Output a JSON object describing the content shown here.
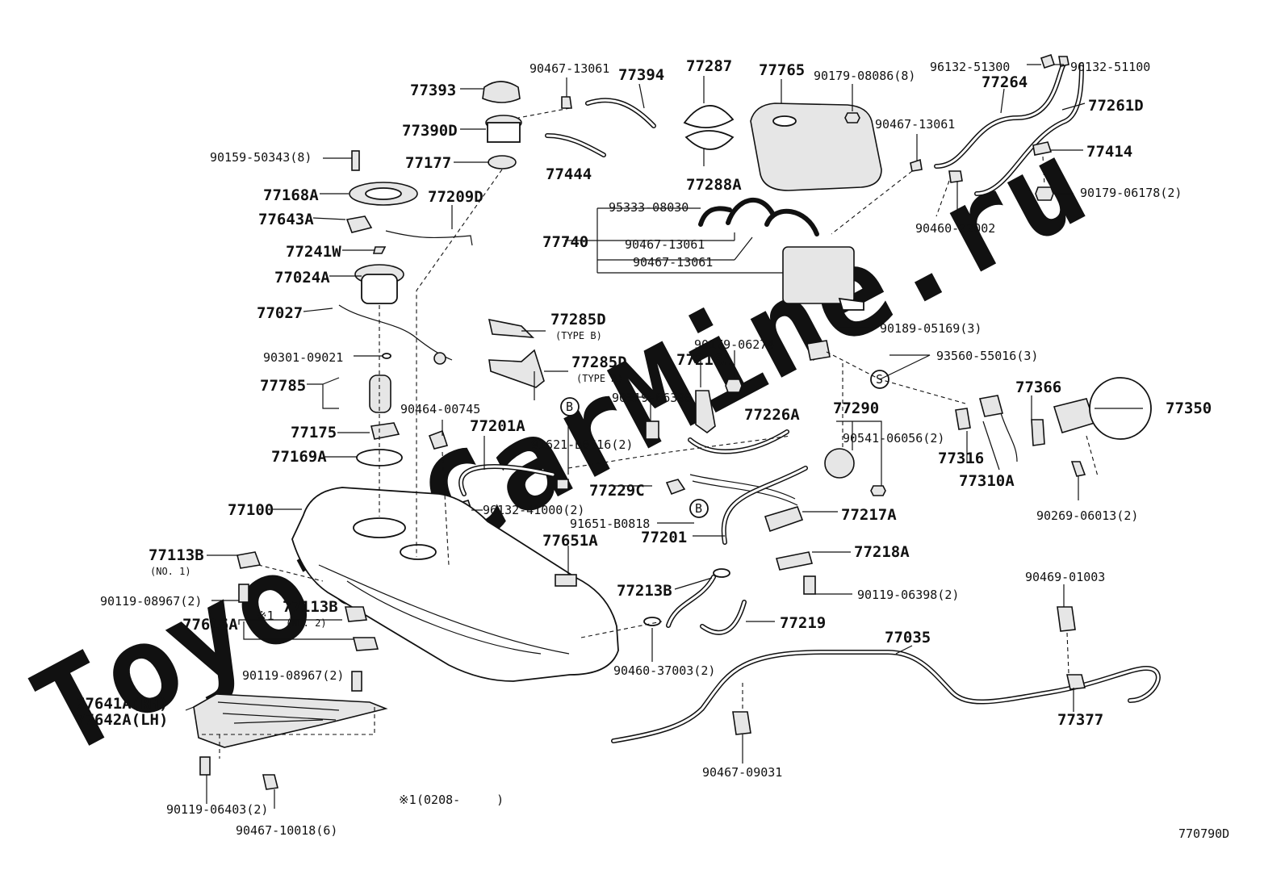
{
  "watermark": "ToyotaCarMine.ru",
  "footnote": {
    "mark": "※1",
    "text": "(0208-　　　)"
  },
  "drawing_id": "770790D",
  "labels": {
    "p77393": "77393",
    "p90467_13061_top": "90467-13061",
    "p77394": "77394",
    "p77287": "77287",
    "p77765": "77765",
    "p90179_08086": "90179-08086(8)",
    "p96132_51300": "96132-51300",
    "p96132_51100": "96132-51100",
    "p77264": "77264",
    "p77261D": "77261D",
    "p77390D": "77390D",
    "p90467_13061_right": "90467-13061",
    "p77414": "77414",
    "p90159_50343": "90159-50343(8)",
    "p77177": "77177",
    "p77444": "77444",
    "p77288A": "77288A",
    "p90179_06178": "90179-06178(2)",
    "p77168A": "77168A",
    "p77209D": "77209D",
    "p95333_08030": "95333-08030",
    "p90460_22002": "90460-22002",
    "p77643A": "77643A",
    "p77740": "77740",
    "p90467_13061_a": "90467-13061",
    "p90467_13061_b": "90467-13061",
    "p77241W": "77241W",
    "p77024A": "77024A",
    "p77027": "77027",
    "p77285D_b": "77285D",
    "type_b": "(TYPE B)",
    "p90189_05169": "90189-05169(3)",
    "p90179_06274": "90179-06274",
    "p90301_09021": "90301-09021",
    "p77216A": "77216A",
    "p77285D_a": "77285D",
    "type_a": "(TYPE A)",
    "p93560_55016": "93560-55016(3)",
    "p77785": "77785",
    "p90119_06398_top": "90119-06398",
    "p77290": "77290",
    "p77366": "77366",
    "p90464_00745": "90464-00745",
    "p77226A": "77226A",
    "p77350": "77350",
    "p77201A": "77201A",
    "p77175": "77175",
    "p90541_06056": "90541-06056(2)",
    "p91621_B0616": "91621-B0616(2)",
    "p77316": "77316",
    "p77169A": "77169A",
    "p77229C": "77229C",
    "p77310A": "77310A",
    "p77100": "77100",
    "p96132_41000": "96132-41000(2)",
    "p77217A": "77217A",
    "p90269_06013": "90269-06013(2)",
    "p91651_B0818": "91651-B0818",
    "p77201": "77201",
    "p77651A": "77651A",
    "p77113B_1": "77113B",
    "no1": "(NO. 1)",
    "p77218A": "77218A",
    "p90469_01003": "90469-01003",
    "p77213B": "77213B",
    "p90119_08967_a": "90119-08967(2)",
    "p90119_06398_bot": "90119-06398(2)",
    "p77113B_2": "77113B",
    "no2": "(NO. 2)",
    "mark1": "※1",
    "p77616A": "77616A",
    "p77219": "77219",
    "p77035": "77035",
    "p90460_37003": "90460-37003(2)",
    "p90119_08967_b": "90119-08967(2)",
    "p77641A": "77641A(RH)",
    "p77642A": "77642A(LH)",
    "p77377": "77377",
    "p90467_09031": "90467-09031",
    "p90119_06403": "90119-06403(2)",
    "p90467_10018": "90467-10018(6)"
  },
  "callouts": {
    "b1": "B",
    "b2": "B",
    "s1": "S"
  }
}
